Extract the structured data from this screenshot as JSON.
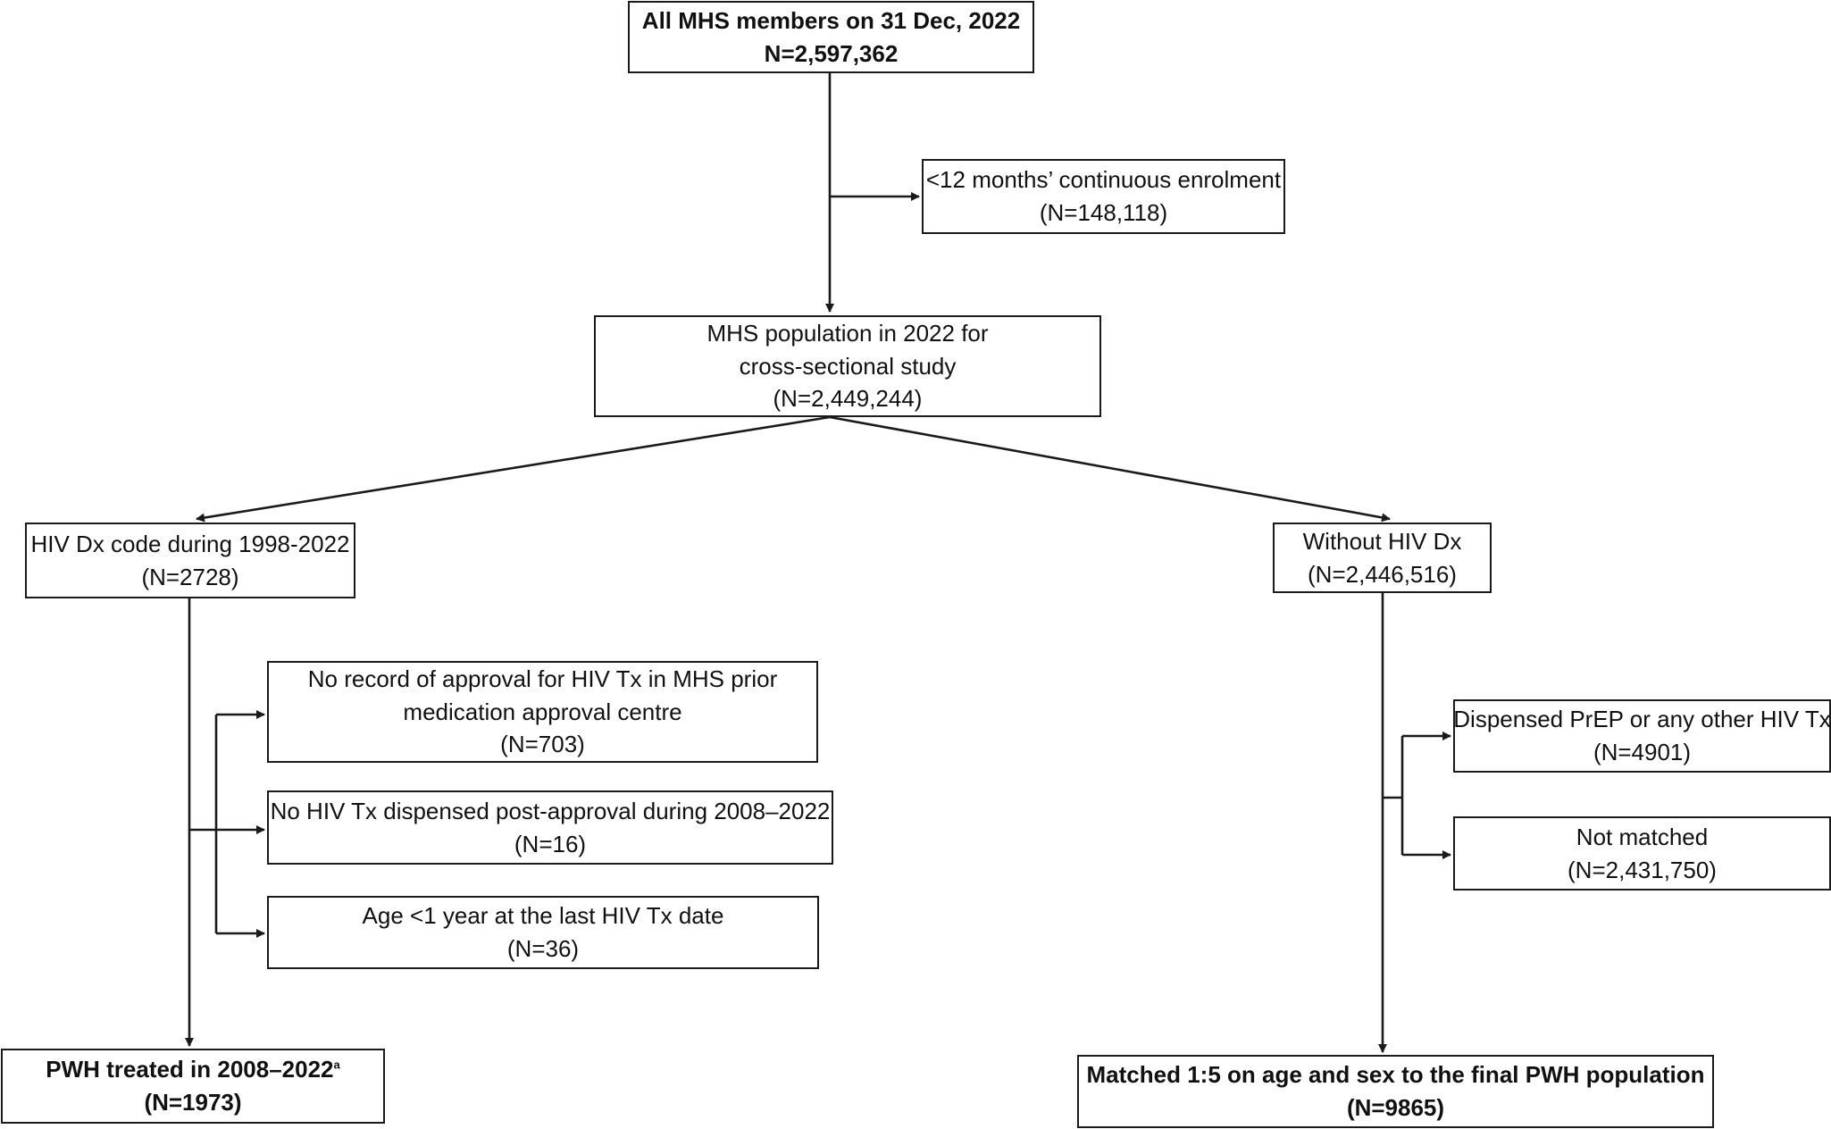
{
  "boxes": {
    "all_members": {
      "line1": "All MHS members on 31 Dec, 2022",
      "line2": "N=2,597,362"
    },
    "excluded_enrolment": {
      "line1": "<12 months’ continuous enrolment",
      "line2": "(N=148,118)"
    },
    "population_2022": {
      "line1": "MHS population in 2022 for",
      "line2": "cross-sectional study",
      "line3": "(N=2,449,244)"
    },
    "hiv_dx": {
      "line1": "HIV Dx code during 1998-2022",
      "line2": "(N=2728)"
    },
    "without_hiv": {
      "line1": "Without HIV Dx",
      "line2": "(N=2,446,516)"
    },
    "no_approval": {
      "line1": "No record of approval for HIV Tx in MHS prior",
      "line2": "medication approval centre",
      "line3": "(N=703)"
    },
    "no_dispensed": {
      "line1": "No HIV Tx dispensed post-approval during 2008–2022",
      "line2": "(N=16)"
    },
    "age_under_1": {
      "line1": "Age <1 year at the last HIV Tx date",
      "line2": "(N=36)"
    },
    "prep": {
      "line1": "Dispensed PrEP or any other HIV Tx",
      "line2": "(N=4901)"
    },
    "not_matched": {
      "line1": "Not matched",
      "line2": "(N=2,431,750)"
    },
    "pwh_treated": {
      "line1": "PWH treated in 2008–2022",
      "superscript": "a",
      "line2": "(N=1973)"
    },
    "matched": {
      "line1": "Matched 1:5 on age and sex to the final PWH population",
      "line2": "(N=9865)"
    }
  },
  "colors": {
    "line": "#1a1a1a",
    "border": "#1a1a1a",
    "background": "#ffffff"
  }
}
